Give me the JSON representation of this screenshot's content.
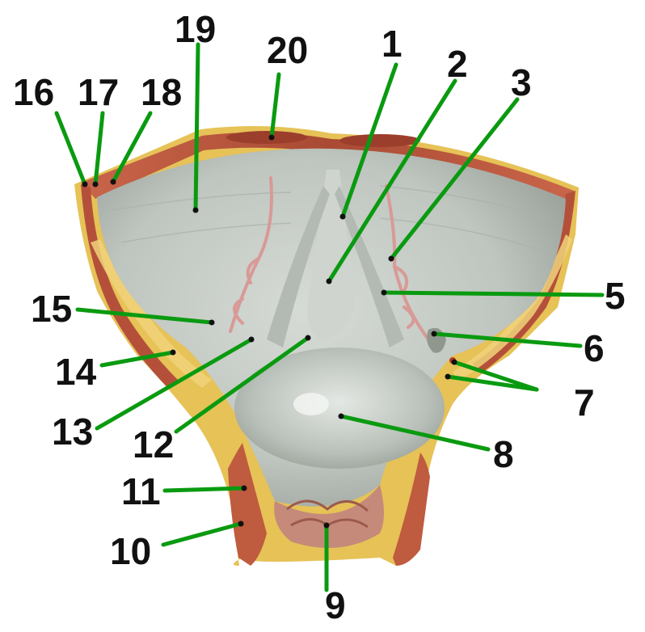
{
  "colors": {
    "leader_line": "#0a9a10",
    "label_text": "#111111",
    "peritoneum": "#c9cdc8",
    "muscle": "#b8543a",
    "fat": "#e8c45a",
    "vessel": "#d89a96"
  },
  "callouts": [
    {
      "id": "1",
      "label": "1"
    },
    {
      "id": "2",
      "label": "2"
    },
    {
      "id": "3",
      "label": "3"
    },
    {
      "id": "5",
      "label": "5"
    },
    {
      "id": "6",
      "label": "6"
    },
    {
      "id": "7",
      "label": "7"
    },
    {
      "id": "8",
      "label": "8"
    },
    {
      "id": "9",
      "label": "9"
    },
    {
      "id": "10",
      "label": "10"
    },
    {
      "id": "11",
      "label": "11"
    },
    {
      "id": "12",
      "label": "12"
    },
    {
      "id": "13",
      "label": "13"
    },
    {
      "id": "14",
      "label": "14"
    },
    {
      "id": "15",
      "label": "15"
    },
    {
      "id": "16",
      "label": "16"
    },
    {
      "id": "17",
      "label": "17"
    },
    {
      "id": "18",
      "label": "18"
    },
    {
      "id": "19",
      "label": "19"
    },
    {
      "id": "20",
      "label": "20"
    }
  ]
}
